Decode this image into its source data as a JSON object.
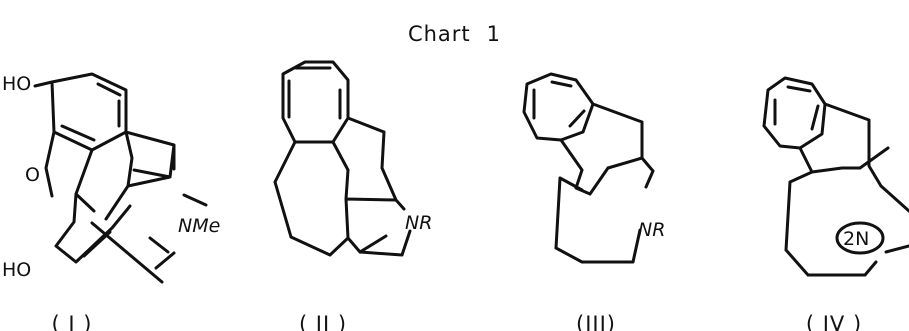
{
  "title": {
    "word": "Chart",
    "number": "1"
  },
  "structures": [
    {
      "label": "( I )",
      "atoms": {
        "top_oh": "HO",
        "ring_o": "O",
        "nitrogen": "NMe",
        "bottom_oh": "HO"
      }
    },
    {
      "label": "( II )",
      "atoms": {
        "nitrogen": "NR"
      }
    },
    {
      "label": "(III)",
      "atoms": {
        "nitrogen": "NR"
      }
    },
    {
      "label": "( IV )",
      "atoms": {
        "nitrogen": "2N"
      }
    }
  ]
}
